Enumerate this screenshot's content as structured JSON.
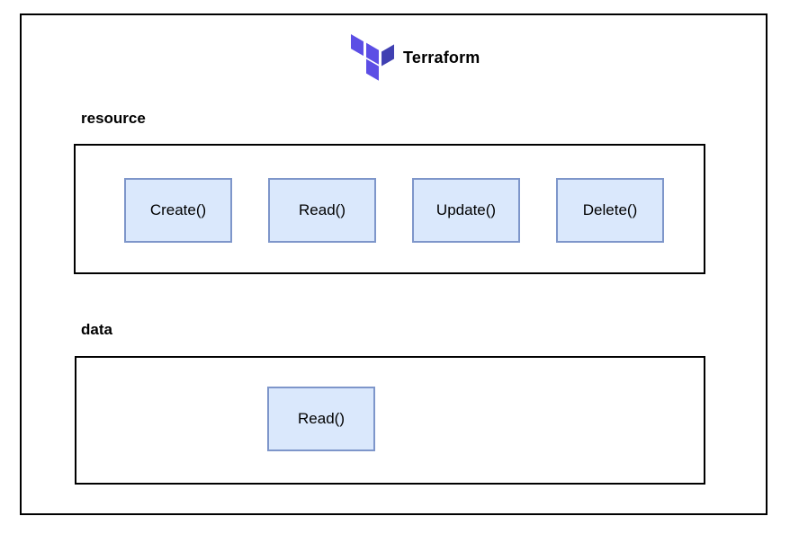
{
  "header": {
    "title": "Terraform",
    "logo": "terraform-logo"
  },
  "colors": {
    "logo_light": "#5C4EE5",
    "logo_dark": "#4040B2",
    "box_fill": "#DAE8FC",
    "box_border": "#7E96CA",
    "frame_border": "#000000",
    "text": "#000000"
  },
  "sections": [
    {
      "label": "resource",
      "boxes": [
        "Create()",
        "Read()",
        "Update()",
        "Delete()"
      ]
    },
    {
      "label": "data",
      "boxes": [
        "Read()"
      ]
    }
  ]
}
